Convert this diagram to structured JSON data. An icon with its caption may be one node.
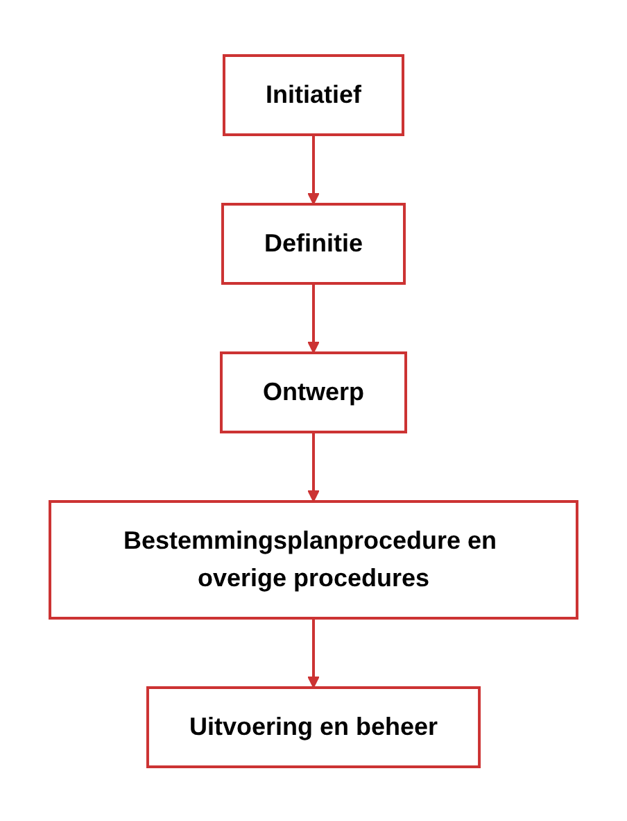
{
  "diagram": {
    "nodes": [
      {
        "text": [
          "Initiatief"
        ]
      },
      {
        "text": [
          "Definitie"
        ]
      },
      {
        "text": [
          "Ontwerp"
        ]
      },
      {
        "text": [
          "Bestemmingsplanprocedure en overige procedures"
        ]
      },
      {
        "text": [
          "Uitvoering en beheer"
        ]
      }
    ],
    "edges": [
      {
        "from": 0,
        "to": 1,
        "arrow": "to"
      },
      {
        "from": 1,
        "to": 2,
        "arrow": "to"
      },
      {
        "from": 2,
        "to": 3,
        "arrow": "to"
      },
      {
        "from": 3,
        "to": 4,
        "arrow": "to"
      }
    ]
  }
}
